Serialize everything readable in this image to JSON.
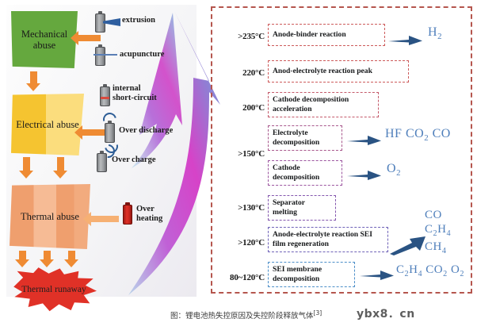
{
  "left": {
    "stages": [
      {
        "id": "mechanical",
        "label": "Mechanical abuse",
        "color": "#65a83e"
      },
      {
        "id": "electrical",
        "label": "Electrical abuse",
        "color": "#f5c430"
      },
      {
        "id": "thermal",
        "label": "Thermal abuse",
        "color": "#ef9f6e"
      },
      {
        "id": "runaway",
        "label": "Thermal runaway",
        "color": "#e03127"
      }
    ],
    "causes": [
      {
        "id": "extrusion",
        "label": "extrusion",
        "icon": "battery-icon"
      },
      {
        "id": "acupuncture",
        "label": "acupuncture",
        "icon": "battery-icon"
      },
      {
        "id": "internal-short-circuit",
        "label": "internal short-circuit",
        "icon": "battery-icon"
      },
      {
        "id": "over-discharge",
        "label": "Over discharge",
        "icon": "battery-icon"
      },
      {
        "id": "over-charge",
        "label": "Over charge",
        "icon": "battery-icon"
      },
      {
        "id": "over-heating",
        "label": "Over heating",
        "icon": "battery-red-icon"
      }
    ]
  },
  "right": {
    "rows": [
      {
        "temp": ">235°C",
        "reaction": "Anode-binder reaction",
        "gases": "H₂",
        "border": "#cd5b5b"
      },
      {
        "temp": "220°C",
        "reaction": "Anod-electrolyte reaction peak",
        "gases": "",
        "border": "#cd5b5b"
      },
      {
        "temp": "200°C",
        "reaction": "Cathode decomposition acceleration",
        "gases": "",
        "border": "#c4596a"
      },
      {
        "temp": ">150°C",
        "reaction": "Electrolyte decomposition",
        "gases": "HF  CO₂  CO",
        "border": "#a8578c"
      },
      {
        "temp": "",
        "reaction": "Cathode decomposition",
        "gases": "O₂",
        "border": "#9c55a0"
      },
      {
        "temp": ">130°C",
        "reaction": "Separator melting",
        "gases": "",
        "border": "#8457ae"
      },
      {
        "temp": ">120°C",
        "reaction": "Anode-electrolyte reaction SEI film regeneration",
        "gases": "CO  C₂H₄  CH₄",
        "border": "#6f62b8"
      },
      {
        "temp": "80~120°C",
        "reaction": "SEI membrane decomposition",
        "gases": "C₂H₄  CO₂  O₂",
        "border": "#4d8fc9"
      }
    ],
    "gas_color": "#4f7fbb"
  },
  "caption": {
    "text": "图：锂电池热失控原因及失控阶段释放气体",
    "ref": "[3]"
  },
  "watermark": "ybx8．cn"
}
